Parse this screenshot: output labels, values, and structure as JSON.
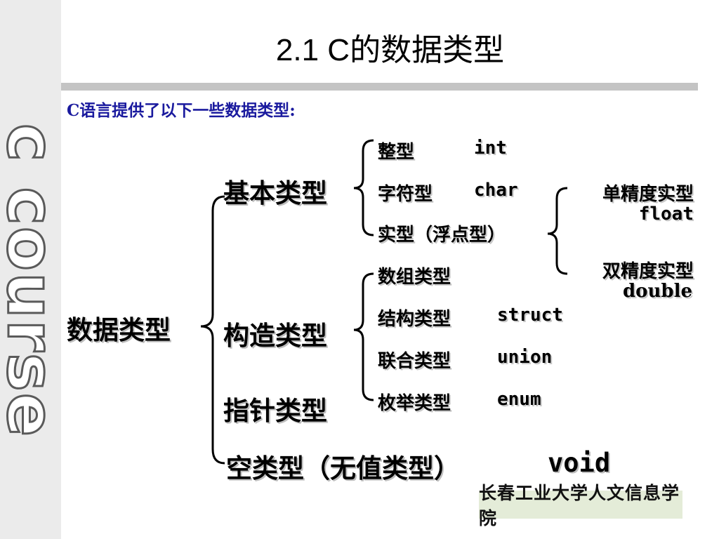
{
  "sidebar": {
    "word": "c course"
  },
  "header": {
    "title": "2.1   C的数据类型"
  },
  "intro": "C语言提供了以下一些数据类型:",
  "diagram": {
    "root": "数据类型",
    "basic": {
      "label": "基本类型",
      "int_label": "整型",
      "int_kw": "int",
      "char_label": "字符型",
      "char_kw": "char",
      "real_label": "实型（浮点型）",
      "float_label": "单精度实型",
      "float_kw": "float",
      "double_label": "双精度实型",
      "double_kw": "double"
    },
    "struct": {
      "label": "构造类型",
      "array_label": "数组类型",
      "struct_label": "结构类型",
      "struct_kw": "struct",
      "union_label": "联合类型",
      "union_kw": "union",
      "enum_label": "枚举类型",
      "enum_kw": "enum"
    },
    "pointer": {
      "label": "指针类型"
    },
    "void": {
      "label": "空类型（无值类型）",
      "kw": "void"
    }
  },
  "footer": {
    "school": "长春工业大学人文信息学院"
  }
}
